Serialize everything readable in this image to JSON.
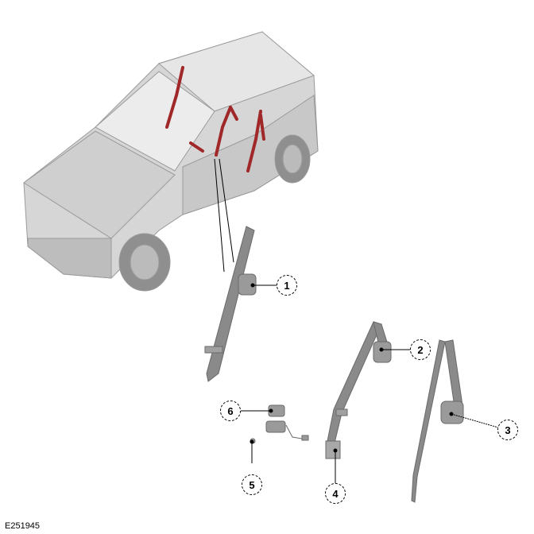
{
  "figure_id": "E251945",
  "callouts": [
    "1",
    "2",
    "3",
    "4",
    "5",
    "6"
  ],
  "colors": {
    "vehicle": "#d4d4d4",
    "belt": "#8a8a8a",
    "highlight": "#a02828"
  }
}
